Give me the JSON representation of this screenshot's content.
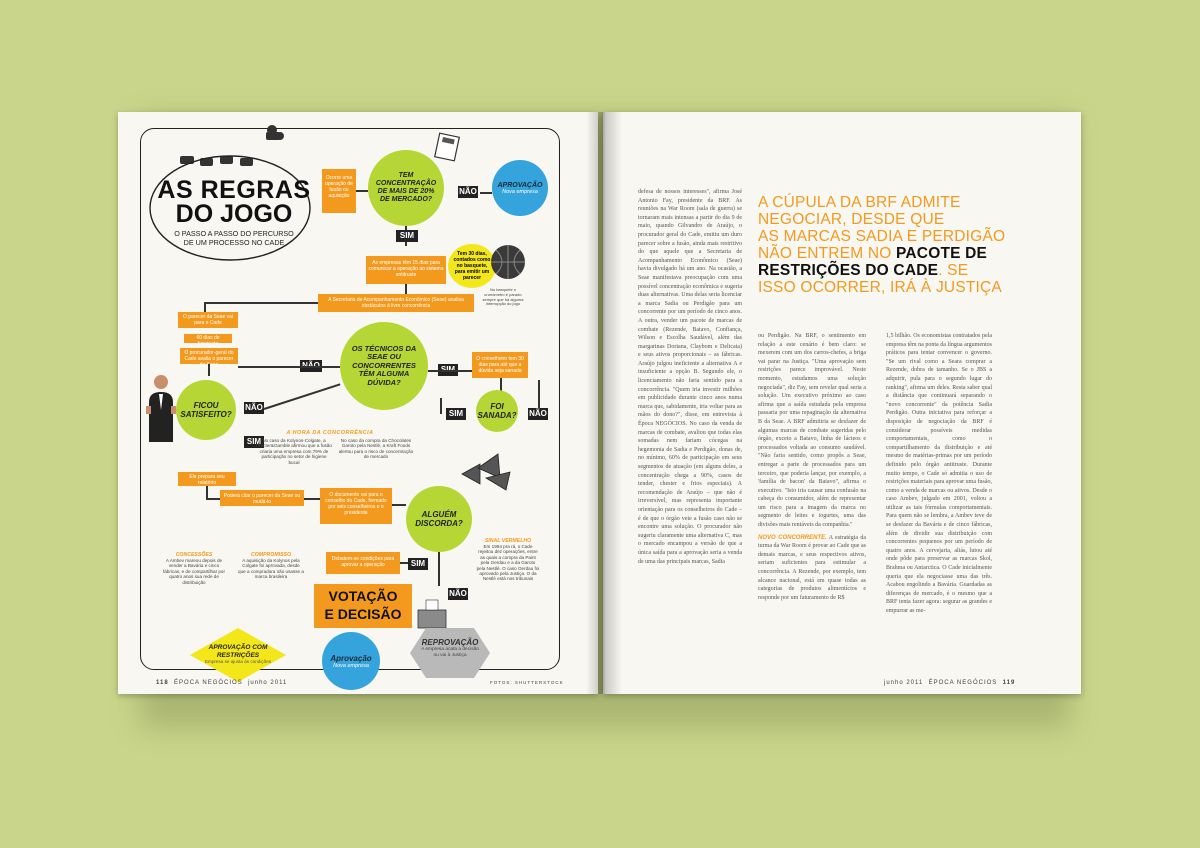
{
  "left": {
    "title_line1": "AS REGRAS",
    "title_line2": "DO JOGO",
    "subtitle_line1": "O PASSO A PASSO DO PERCURSO",
    "subtitle_line2": "DE UM PROCESSO NO CADE",
    "step_ocorre": "Ocorre uma operação de fusão ou aquisição",
    "q_concentracao": "TEM CONCENTRAÇÃO DE MAIS DE 20% DE MERCADO?",
    "nao1": "NÃO",
    "aprovacao1_title": "APROVAÇÃO",
    "aprovacao1_sub": "Nova empresa",
    "sim1": "SIM",
    "step_15dias": "As empresas têm 15 dias para comunicar a operação ao sistema antitruste",
    "badge_30dias": "Tem 30 dias, contados como no basquete, para emitir um parecer",
    "ball_note": "No basquete o cronômetro é parado sempre que há alguma interrupção do jogo",
    "step_seae": "A Secretaria de Acompanhamento Econômico (Seae) analisa obstáculos à livre concorrência",
    "step_parecer_seae": "O parecer da Seae vai para o Cade",
    "step_60dias": "60 dias de basquete",
    "step_procurador": "O procurador-geral do Cade avalia o parecer da Seae",
    "q_duvida": "OS TÉCNICOS DA SEAE OU CONCORRENTES TÊM ALGUMA DÚVIDA?",
    "nao2": "NÃO",
    "sim2": "SIM",
    "step_conselheiro": "O conselheiro tem 30 dias para até que a dúvida seja sanada",
    "q_ficou": "FICOU SATISFEITO?",
    "nao3": "NÃO",
    "sim3": "SIM",
    "q_sanada": "FOI SANADA?",
    "sim4": "SIM",
    "nao4": "NÃO",
    "hora_title": "A HORA DA CONCORRÊNCIA",
    "hora_text1": "No caso da Kolynos-Colgate, a Procter&Gamble afirmou que a fusão criaria uma empresa com 79% de participação no setor de higiene bucal",
    "hora_text2": "No caso da compra da Chocolates Garoto pela Nestlé, a Kraft Foods alertou para o risco de concentração de mercado",
    "step_prepara": "Ele prepara seu relatório",
    "step_podera": "Poderá citar o parecer da Seae ou mudá-lo",
    "step_documento": "O documento vai para o conselho do Cade, formado por seis conselheiros e o presidente",
    "q_discorda": "ALGUÉM DISCORDA?",
    "step_debatem": "Debatem-se condições para aprovar a operação",
    "sim5": "SIM",
    "nao5": "NÃO",
    "concessoes_title": "CONCESSÕES",
    "concessoes_text": "A Ambev mareou depois de vender a Bavária e cinco fábricas, e de compartilhar por quatro anos sua rede de distribuição",
    "compromisso_title": "COMPROMISSO",
    "compromisso_text": "A aquisição da Kolynos pela Colgate foi aprovada, desde que a compradora não usasse a marca brasileira",
    "sinal_title": "SINAL VERMELHO",
    "sinal_text": "Em 1994 pra rá, o Cade rejeitou dez operações, entre as quais a compra da Paint pela Gerdau e a da Garoto pela Nestlé. O caso Gerdau foi aprovado pela Justiça. O da Nestlé está nos tribunais",
    "votacao_line1": "VOTAÇÃO",
    "votacao_line2": "E DECISÃO",
    "aprov_restr_title": "APROVAÇÃO COM RESTRIÇÕES",
    "aprov_restr_sub": "Empresa se ajusta às condições",
    "aprovacao2_title": "Aprovação",
    "aprovacao2_sub": "Nova empresa",
    "reprov_title": "REPROVAÇÃO",
    "reprov_sub": "A empresa acata a decisão ou vai à Justiça",
    "folio_num": "118",
    "folio_mag": "ÉPOCA NEGÓCIOS",
    "folio_date": "junho 2011",
    "credit": "FOTOS: SHUTTERSTOCK"
  },
  "right": {
    "quote_line1": "A CÚPULA DA BRF ADMITE",
    "quote_line2": "NEGOCIAR, DESDE QUE",
    "quote_line3": "AS MARCAS SADIA E PERDIGÃO",
    "quote_line4a": "NÃO ENTREM NO ",
    "quote_line4b": "PACOTE DE",
    "quote_line5a": "RESTRIÇÕES DO CADE",
    "quote_line5b": ". SE",
    "quote_line6": "ISSO OCORRER, IRÁ À JUSTIÇA",
    "col1": "defesa de nossos interesses\", afirma José Antonio Fay, presidente da BRF. As reuniões na War Room (sala de guerra) se tornaram mais intensas a partir do dia 9 de maio, quando Gilvandro de Araújo, o procurador geral do Cade, emitiu um duro parecer sobre a fusão, ainda mais restritivo do que aquele que a Secretaria de Acompanhamento Econômico (Seae) havia divulgado há um ano. Na ocasião, a Seae manifestava preocupação com uma possível concentração econômica e sugeria duas alternativas. Uma delas seria licenciar a marca Sadia ou Perdigão para um concorrente por um período de cinco anos. A outra, vender um pacote de marcas de combate (Rezende, Batavo, Confiança, Wilson e Escolha Saudável, além das margarinas Doriana, Claybom e Delicata) e seus ativos proporcionais – as fábricas. Araújo julgou ineficiente a alternativa A e insuficiente a opção B. Segundo ele, o licenciamento não faria sentido para a concorrência. \"Quem iria investir milhões em publicidade durante cinco anos numa marca que, sabidamente, iria voltar para as mãos do dono?\", disse, em entrevista à Época NEGÓCIOS. No caso da venda de marcas de combate, avaliou que todas elas somadas nem fariam cócegas na hegemonia de Sadia e Perdigão, donas de, no mínimo, 60% de participação em seus segmentos de atuação (em alguns deles, a concentração chega a 90%, casos de tender, chester e frios especiais). A recomendação de Araújo – que não é irreversível, mas representa importante orientação para os conselheiros do Cade – é de que o órgão vete a fusão caso não se encontre uma solução. O procurador não sugeriu claramente uma alternativa C, mas o mercado encampou a versão de que a única saída para a aprovação seria a venda de uma das principais marcas, Sadia",
    "col2a": "ou Perdigão. Na BRF, o sentimento em relação a este cenário é bem claro: se mexerem com um dos carros-chefes, a briga vai parar na Justiça. \"Uma aprovação sem restrições parece improvável. Neste momento, estudamos uma solução negociada\", diz Fay, sem revelar qual seria a solução. Um executivo próximo ao caso afirma que a saída estudada pela empresa passaria por uma repaginação da alternativa B da Seae. A BRF admitiria se desfazer de algumas marcas de combate sugeridas pelo órgão, exceto a Batavo, linha de lácteos e processados voltada ao consumo saudável. \"Não faria sentido, como propôs a Seae, entregar a parte de processados para um terceiro, que poderia lançar, por exemplo, a 'família de bacon' da Batavo\", afirma o executivo. \"Isto iria causar uma confusão na cabeça do consumidor, além de representar um risco para a imagem da marca no segmento de leites e iogurtes, uma das divisões mais rentáveis da companhia.\"",
    "subhead": "NOVO CONCORRENTE.",
    "col2b": " A estratégia da turma da War Room é provar ao Cade que as demais marcas, e seus respectivos ativos, seriam suficientes para estimular a concorrência. A Rezende, por exemplo, tem alcance nacional, está em quase todas as categorias de produtos alimentícios e responde por um faturamento de R$",
    "col3": "1,5 bilhão. Os economistas contratados pela empresa têm na ponta da língua argumentos práticos para tentar convencer o governo. \"Se um rival como a Seara comprar a Rezende, dobra de tamanho. Se o JBS a adquirir, pula para o segundo lugar do ranking\", afirma um deles. Resta saber qual a distância que continuará separando o \"novo concorrente\" da potência Sadia Perdigão. Outra iniciativa para reforçar a disposição de negociação da BRF é considerar possíveis medidas comportamentais, como o compartilhamento da distribuição e até mesmo de matérias-primas por um período definido pelo órgão antitruste. Durante muito tempo, o Cade só admitia o uso de restrições materiais para aprovar uma fusão, como a venda de marcas ou ativos. Desde o caso Ambev, julgado em 2001, voltou a utilizar as tais fórmulas comportamentais. Para quem não se lembra, a Ambev teve de se desfazer da Bavária e de cinco fábricas, além de dividir sua distribuição com concorrentes pequenos por um período de quatro anos. A cervejaria, aliás, lutou até onde pôde para preservar as marcas Skol, Brahma ou Antarctica. O Cade inicialmente queria que ela negociasse uma das três. Acabou engolindo a Bavária. Guardadas as diferenças de mercado, é o mesmo que a BRF tenta fazer agora: segurar as grandes e empurrar as me-",
    "folio_date": "junho 2011",
    "folio_mag": "ÉPOCA NEGÓCIOS",
    "folio_num": "119"
  },
  "colors": {
    "background": "#c9d58a",
    "orange": "#f39a1e",
    "green": "#b6d635",
    "blue": "#35a4dc",
    "yellow": "#f3e71a",
    "gray": "#b9b9b9"
  }
}
